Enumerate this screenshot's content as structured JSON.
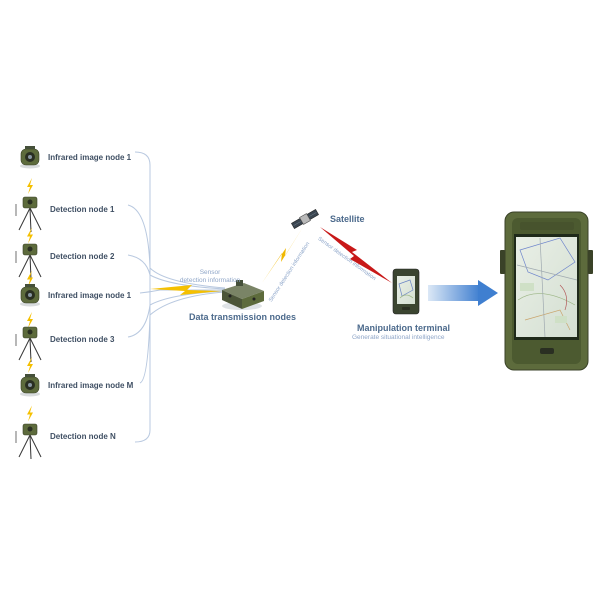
{
  "source_nodes": [
    {
      "label": "Infrared image node 1",
      "kind": "infrared"
    },
    {
      "label": "Detection node 1",
      "kind": "detection"
    },
    {
      "label": "Detection node 2",
      "kind": "detection"
    },
    {
      "label": "Infrared image node 1",
      "kind": "infrared"
    },
    {
      "label": "Detection node 3",
      "kind": "detection"
    },
    {
      "label": "Infrared image node M",
      "kind": "infrared"
    },
    {
      "label": "Detection node N",
      "kind": "detection"
    }
  ],
  "sensor_label": {
    "line1": "Sensor",
    "line2": "detection information"
  },
  "hub": {
    "label": "Data transmission nodes"
  },
  "uplink_label": "Sensor detection information",
  "satellite": {
    "label": "Satellite"
  },
  "downlink_label": "Sensor detection information",
  "terminal": {
    "label": "Manipulation terminal",
    "sublabel": "Generate situational intelligence"
  },
  "colors": {
    "brace": "#b9c9e0",
    "lightning": "#f5c000",
    "uplink": "#f0b800",
    "downlink": "#c81818",
    "device_green": "#5d6b3c",
    "arrow_start": "#dce8f6",
    "arrow_end": "#3f7fd0",
    "label_dark": "#3f4f63",
    "label_blue": "#4c6a8c",
    "sub_blue": "#8fa6c8"
  },
  "icons": [
    "tripod-sensor-icon",
    "infrared-camera-icon",
    "lightning-icon",
    "satellite-icon",
    "router-hub-icon",
    "handheld-terminal-icon",
    "arrow-right-icon"
  ]
}
